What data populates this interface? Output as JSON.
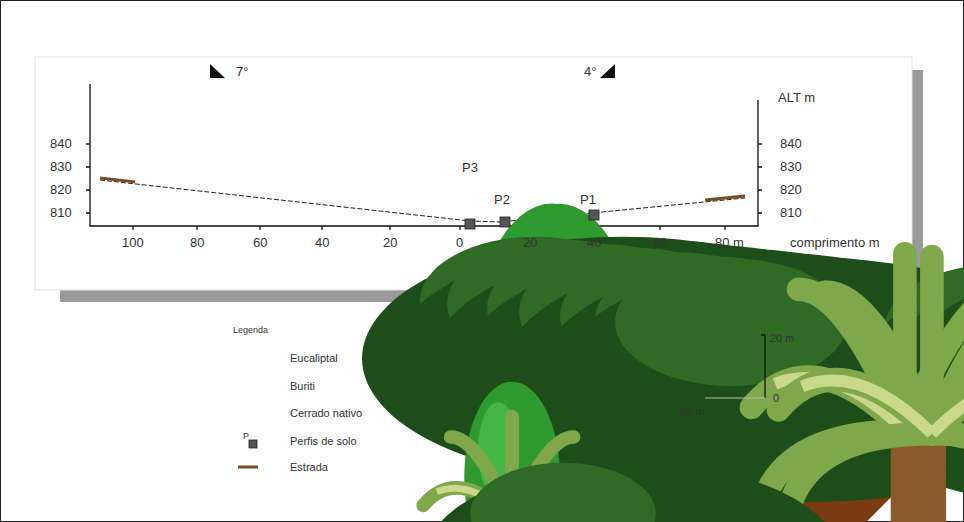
{
  "diagram": {
    "labels": [
      "7°",
      "4°",
      "ALT m",
      "840",
      "830",
      "820",
      "810",
      "840",
      "830",
      "820",
      "810",
      "100",
      "80",
      "60",
      "40",
      "20",
      "0",
      "20",
      "40",
      "60",
      "80 m",
      "comprimento m",
      "P3",
      "P2",
      "P1",
      "Legenda",
      "20 m",
      "0",
      "20 m",
      "P"
    ],
    "legend": [
      {
        "text": "Eucaliptal"
      },
      {
        "text": "Buriti"
      },
      {
        "text": "Cerrado nativo"
      },
      {
        "text": "Perfis de solo"
      },
      {
        "text": "Estrada"
      }
    ]
  }
}
